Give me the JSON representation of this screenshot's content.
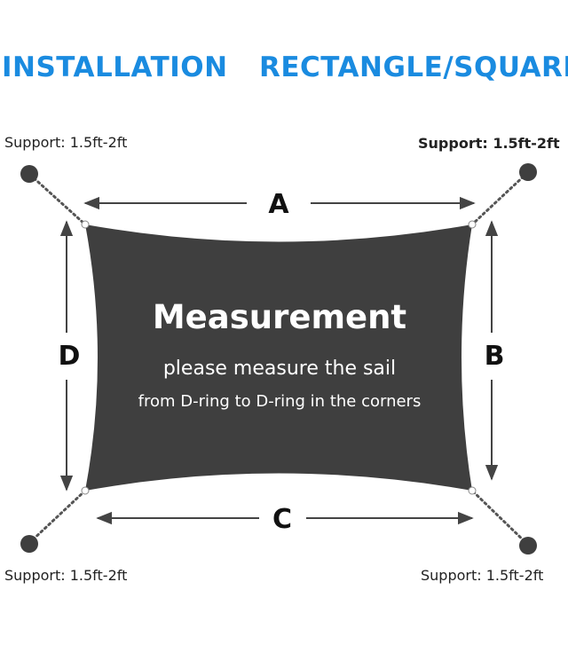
{
  "header": {
    "title_left": "INSTALLATION",
    "title_right": "RECTANGLE/SQUARE"
  },
  "supports": {
    "top_left": "Support: 1.5ft-2ft",
    "top_right": "Support: 1.5ft-2ft",
    "bottom_left": "Support: 1.5ft-2ft",
    "bottom_right": "Support: 1.5ft-2ft"
  },
  "dimensions": {
    "top": "A",
    "right": "B",
    "bottom": "C",
    "left": "D"
  },
  "sail": {
    "heading": "Measurement",
    "line1": "please measure the sail",
    "line2": "from D-ring to D-ring in the corners"
  },
  "colors": {
    "title": "#1a8be0",
    "sail": "#3f3f3f",
    "sail_text": "#ffffff",
    "lines": "#444444"
  }
}
